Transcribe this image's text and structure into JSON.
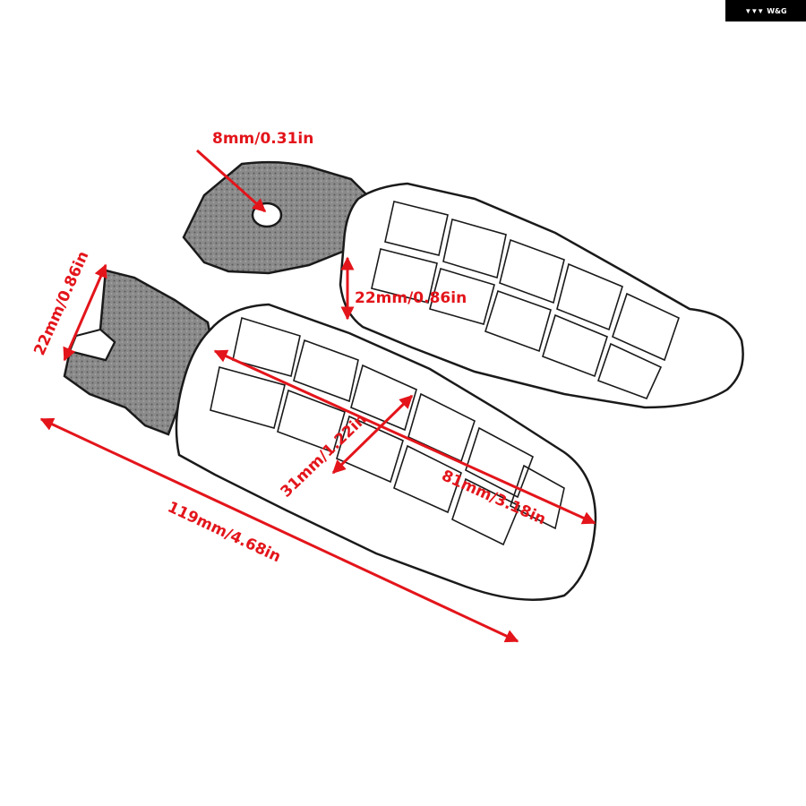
{
  "brand": {
    "logo_text": "W&G",
    "logo_mark": "▼▼▼"
  },
  "colors": {
    "dimension": "#e3151b",
    "outline": "#1a1a1a",
    "mount_fill": "#777777",
    "background": "#ffffff"
  },
  "icons": [
    "wg-logo-icon"
  ],
  "dimensions": {
    "hole_diameter": "8mm/0.31in",
    "upper_pad_height": "22mm/0.86in",
    "bracket_width": "22mm/0.86in",
    "pad_width": "31mm/1.22in",
    "pad_length": "81mm/3.18in",
    "total_length": "119mm/4.68in"
  }
}
